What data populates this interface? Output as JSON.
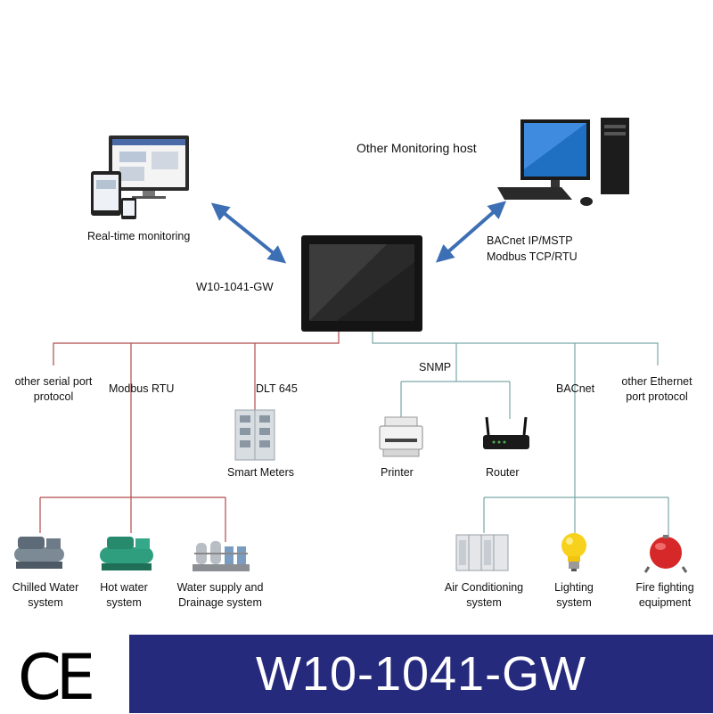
{
  "gateway": {
    "model_label": "W10-1041-GW"
  },
  "top": {
    "realtime_label": "Real-time monitoring",
    "host_label": "Other Monitoring  host",
    "protocol_lines": [
      "BACnet IP/MSTP",
      "Modbus TCP/RTU"
    ]
  },
  "branches": {
    "serial": [
      "other serial port",
      "protocol"
    ],
    "modbus": "Modbus RTU",
    "dlt": "DLT 645",
    "snmp": "SNMP",
    "bacnet": "BACnet",
    "ethernet": [
      "other Ethernet",
      "port protocol"
    ]
  },
  "devices": {
    "smart_meters": "Smart Meters",
    "printer": "Printer",
    "router": "Router",
    "chilled": [
      "Chilled Water",
      "system"
    ],
    "hotwater": [
      "Hot water",
      "system"
    ],
    "water_supply": [
      "Water supply and",
      "Drainage system"
    ],
    "aircon": [
      "Air Conditioning",
      "system"
    ],
    "lighting": [
      "Lighting",
      "system"
    ],
    "fire": [
      "Fire fighting",
      "equipment"
    ]
  },
  "footer": {
    "ce_mark": "CE",
    "banner_text": "W10-1041-GW"
  },
  "colors": {
    "serial_lines": "#b04a4a",
    "ethernet_lines": "#7aa6a6",
    "arrows": "#3d6fb5",
    "banner": "#262a7d"
  }
}
